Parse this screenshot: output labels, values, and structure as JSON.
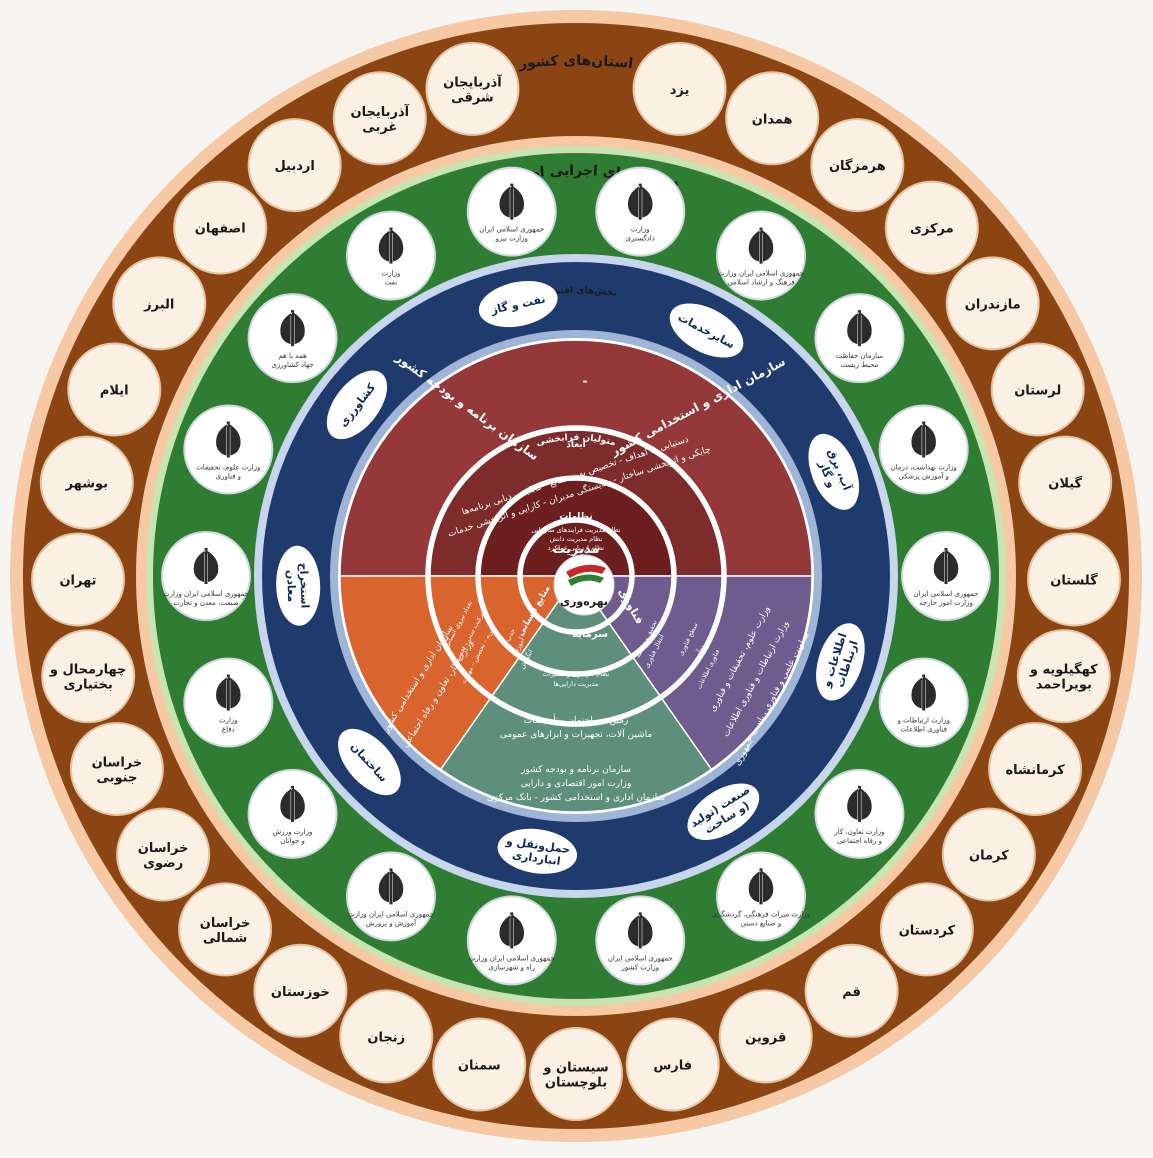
{
  "colors": {
    "province_ring": "#8b4513",
    "ministry_ring": "#2e7d32",
    "sector_ring": "#1f3b6e",
    "peach": "#f6c9a4",
    "sector_band": "#9fb5d6",
    "planning_wedge": "#94383a",
    "dimension_wedge": "#7d2b2b",
    "mgmt_wedge": "#6d1e1e",
    "labor_wedge": "#d9642e",
    "tech_wedge": "#6f5c8e",
    "capital_wedge": "#5e8f7c",
    "hub_red": "#c62828",
    "hub_green": "#2e7d32"
  },
  "rings": {
    "provinces_title": "استان‌های کشور",
    "ministries_title": "دستگاه‌های اجرایی اصلی ملی",
    "sectors_title": "بخش‌های اقتصادی",
    "custodians_title": "متولیان فرابخشی",
    "dimensions_title": "ابعاد",
    "subsets_title": "نظامات"
  },
  "provinces": [
    "یزد",
    "همدان",
    "هرمزگان",
    "مرکزی",
    "مازندران",
    "لرستان",
    "گیلان",
    "گلستان",
    "کهگیلویه و بویراحمد",
    "کرمانشاه",
    "کرمان",
    "کردستان",
    "قم",
    "قزوین",
    "فارس",
    "سیستان و بلوچستان",
    "سمنان",
    "زنجان",
    "خوزستان",
    "خراسان شمالی",
    "خراسان رضوی",
    "خراسان جنوبی",
    "چهارمحال و بختیاری",
    "تهران",
    "بوشهر",
    "ایلام",
    "البرز",
    "اصفهان",
    "اردبیل",
    "آذربایجان غربی",
    "آذربایجان شرقی"
  ],
  "ministries": [
    {
      "name": "وزارت دادگستری"
    },
    {
      "name": "جمهوری اسلامی ایران وزارت فرهنگ و ارشاد اسلامی"
    },
    {
      "name": "سازمان حفاظت محیط زیست"
    },
    {
      "name": "وزارت بهداشت، درمان و آموزش پزشکی"
    },
    {
      "name": "جمهوری اسلامی ایران وزارت امور خارجه"
    },
    {
      "name": "وزارت ارتباطات و فناوری اطلاعات"
    },
    {
      "name": "وزارت تعاون، کار و رفاه اجتماعی"
    },
    {
      "name": "وزارت میراث فرهنگی، گردشگری و صنایع دستی"
    },
    {
      "name": "جمهوری اسلامی ایران وزارت کشور"
    },
    {
      "name": "جمهوری اسلامی ایران وزارت راه و شهرسازی"
    },
    {
      "name": "جمهوری اسلامی ایران وزارت آموزش و پرورش"
    },
    {
      "name": "وزارت ورزش و جوانان"
    },
    {
      "name": "وزارت دفاع"
    },
    {
      "name": "جمهوری اسلامی ایران وزارت صنعت، معدن و تجارت"
    },
    {
      "name": "وزارت علوم، تحقیقات و فناوری"
    },
    {
      "name": "همه با هم جهاد کشاورزی"
    },
    {
      "name": "وزارت نفت"
    },
    {
      "name": "جمهوری اسلامی ایران وزارت نیرو"
    }
  ],
  "sectors": [
    "سایرخدمات",
    "آب، برق و گاز",
    "اطلاعات و ارتباطات",
    "صنعت (تولید و ساخت)",
    "حمل‌ونقل و انبارداری",
    "ساختمان",
    "استخراج معادن",
    "کشاورزی",
    "نفت و گاز"
  ],
  "custodians": {
    "planning_top": "سازمان اداری و استخدامی کشور",
    "planning_left": "سازمان برنامه و بودجه کشور",
    "dash": "-",
    "labor": [
      "سازمان اداری و استخدامی کشور",
      "وزارت کار، تعاون و رفاه اجتماعی"
    ],
    "tech": [
      "وزارت علوم، تحقیقات و فناوری",
      "وزارت ارتباطات و فناوری اطلاعات",
      "معاونت علمی و فناوری ریاست جمهوری"
    ],
    "capital": [
      "سازمان برنامه و بودجه کشور",
      "وزارت امور اقتصادی و دارایی",
      "سازمان اداری و استخدامی کشور - بانک مرکزی"
    ]
  },
  "dimensions": {
    "management": [
      "دستیابی به اهداف - تخصیص بهینه منابع - قابلیت ردیابی برنامه‌ها",
      "چابکی و اثربخشی ساختار - شایستگی مدیران - کارایی و اثربخشی خدمات"
    ],
    "labor": [
      "تعداد نیروی انسانی",
      "ترکیب سنی - تحصیلی",
      "تجربه - تخصص - مهارت"
    ],
    "tech": [
      "سطح فناوری",
      "نوآوری",
      "فناوری اطلاعات"
    ],
    "capital": [
      "زمین - ساختمان - تأسیسات",
      "ماشین آلات، تجهیزات و ابزارهای عمومی"
    ]
  },
  "subsets": {
    "management": [
      "نظام مدیریت فرایندهای سازمانی",
      "نظام مدیریت دانش",
      "نظام ارزیابی عملکرد"
    ],
    "labor": [
      "جذب",
      "آموزش",
      "انگیزش"
    ],
    "tech": [
      "تحقیق و توسعه",
      "انتقال فناوری"
    ],
    "capital": [
      "نظام نگهداری و تعمیرات",
      "مدیریت دارایی‌ها"
    ]
  },
  "core": {
    "management": "مدیریت",
    "labor": "منابع انسانی",
    "tech": "فناوری",
    "capital": "سرمایه",
    "hub": "بهره‌وری"
  }
}
